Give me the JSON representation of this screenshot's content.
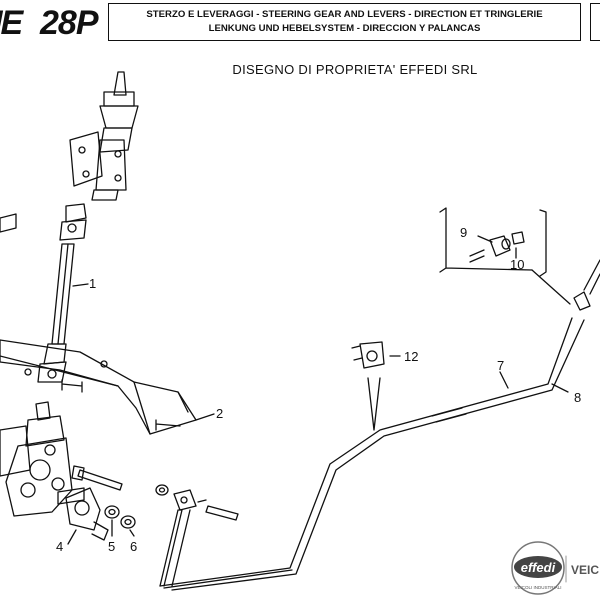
{
  "header": {
    "model_prefix": "NE",
    "model_name": "28P",
    "section_title_line1": "STERZO E LEVERAGGI - STEERING GEAR AND LEVERS - DIRECTION ET TRINGLERIE",
    "section_title_line2": "LENKUNG UND HEBELSYSTEM - DIRECCION Y PALANCAS"
  },
  "ownership_notice": "DISEGNO DI PROPRIETA' EFFEDI SRL",
  "callouts": [
    "1",
    "2",
    "4",
    "5",
    "6",
    "7",
    "8",
    "9",
    "10",
    "12"
  ],
  "logo": {
    "brand": "effedi",
    "tagline": "VEICOLI INDUSTRIALI",
    "side_text": "VEIC"
  }
}
